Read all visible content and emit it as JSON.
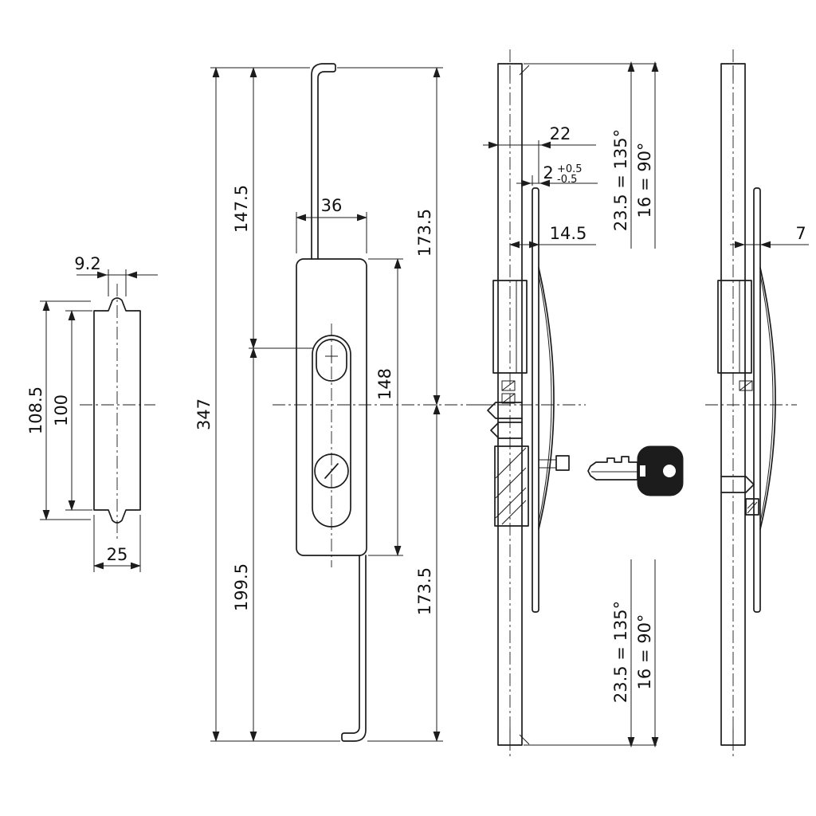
{
  "colors": {
    "background": "#ffffff",
    "line": "#1c1c1c"
  },
  "views": {
    "profile": {
      "dim_top_width": "9.2",
      "dim_height": "108.5",
      "dim_inner_height": "100",
      "dim_width": "25"
    },
    "front": {
      "dim_rod_top": "147.5",
      "dim_body_width": "36",
      "dim_total_length": "347",
      "dim_rod_bottom": "199.5",
      "dim_upper_half": "173.5",
      "dim_body_height": "148",
      "dim_lower_half": "173.5"
    },
    "side": {
      "dim_depth": "22",
      "dim_thickness": "2",
      "dim_thickness_tol_plus": "+0.5",
      "dim_thickness_tol_minus": "-0.5",
      "dim_offset": "14.5",
      "dim_angle_a_top": "23.5 = 135°",
      "dim_angle_b_top": "16 = 90°",
      "dim_angle_a_bottom": "23.5 = 135°",
      "dim_angle_b_bottom": "16 = 90°"
    },
    "rear": {
      "dim_plate_offset": "7"
    }
  }
}
